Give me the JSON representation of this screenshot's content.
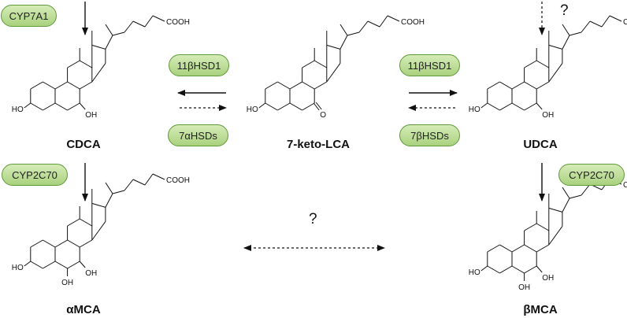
{
  "enzymes": {
    "cyp7a1": "CYP7A1",
    "hsd11b1_left": "11βHSD1",
    "hsd7a": "7αHSDs",
    "hsd11b1_right": "11βHSD1",
    "hsd7b": "7βHSDs",
    "cyp2c70_left": "CYP2C70",
    "cyp2c70_right": "CYP2C70"
  },
  "compounds": {
    "cdca": "CDCA",
    "keto": "7-keto-LCA",
    "udca": "UDCA",
    "amca": "αMCA",
    "bmca": "βMCA"
  },
  "groups": {
    "cooh": "COOH",
    "ho": "HO",
    "oh": "OH",
    "keto_o": "O"
  },
  "unknowns": {
    "top": "?",
    "middle": "?"
  }
}
